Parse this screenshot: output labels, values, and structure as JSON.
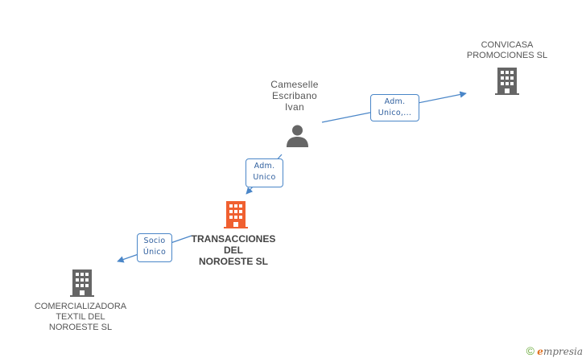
{
  "nodes": {
    "person": {
      "lines": [
        "Cameselle",
        "Escribano",
        "Ivan"
      ],
      "icon": "person-icon",
      "color": "#666666"
    },
    "convicasa": {
      "lines": [
        "CONVICASA",
        "PROMOCIONES SL"
      ],
      "icon": "building-icon",
      "color": "#666666"
    },
    "transacciones": {
      "lines": [
        "TRANSACCIONES",
        "DEL",
        "NOROESTE SL"
      ],
      "icon": "building-icon",
      "color": "#f06030"
    },
    "comercializadora": {
      "lines": [
        "COMERCIALIZADORA",
        "TEXTIL DEL",
        "NOROESTE SL"
      ],
      "icon": "building-icon",
      "color": "#666666"
    }
  },
  "edges": {
    "person_to_convicasa": {
      "lines": [
        "Adm.",
        "Unico,..."
      ]
    },
    "person_to_transacciones": {
      "lines": [
        "Adm.",
        "Unico"
      ]
    },
    "transacciones_to_comercializadora": {
      "lines": [
        "Socio",
        "Único"
      ]
    }
  },
  "colors": {
    "edge": "#4a86c8"
  },
  "footer": {
    "copyright": "©",
    "brand_initial": "e",
    "brand_rest": "mpresia"
  }
}
